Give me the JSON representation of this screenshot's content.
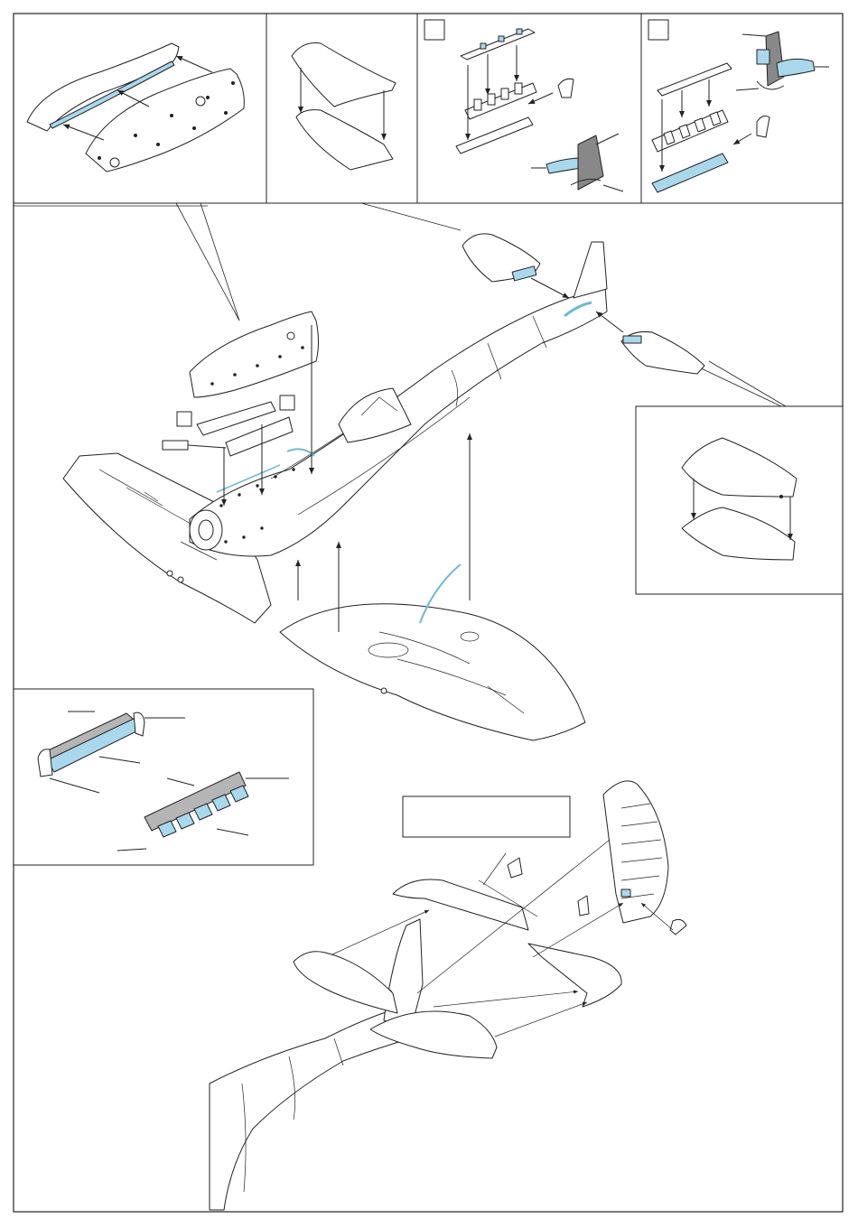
{
  "sheet": {
    "type": "model-kit-assembly-instructions",
    "accent_color": "#a9d8ec",
    "line_color": "#222222",
    "fill_color": "#ffffff",
    "shade_color": "#b5b5b5"
  },
  "panels": [
    {
      "id": "cowling-top-detail",
      "step_box": false
    },
    {
      "id": "elevator-detail-top",
      "step_box": false
    },
    {
      "id": "exhaust-variant-a",
      "step_box": true
    },
    {
      "id": "exhaust-variant-b",
      "step_box": true
    },
    {
      "id": "elevator-detail-right",
      "step_box": false
    },
    {
      "id": "exhaust-painting-guide",
      "step_box": false
    },
    {
      "id": "note-box",
      "step_box": false
    }
  ],
  "main_views": [
    {
      "id": "fuselage-wing-assembly"
    },
    {
      "id": "tail-assembly"
    }
  ]
}
